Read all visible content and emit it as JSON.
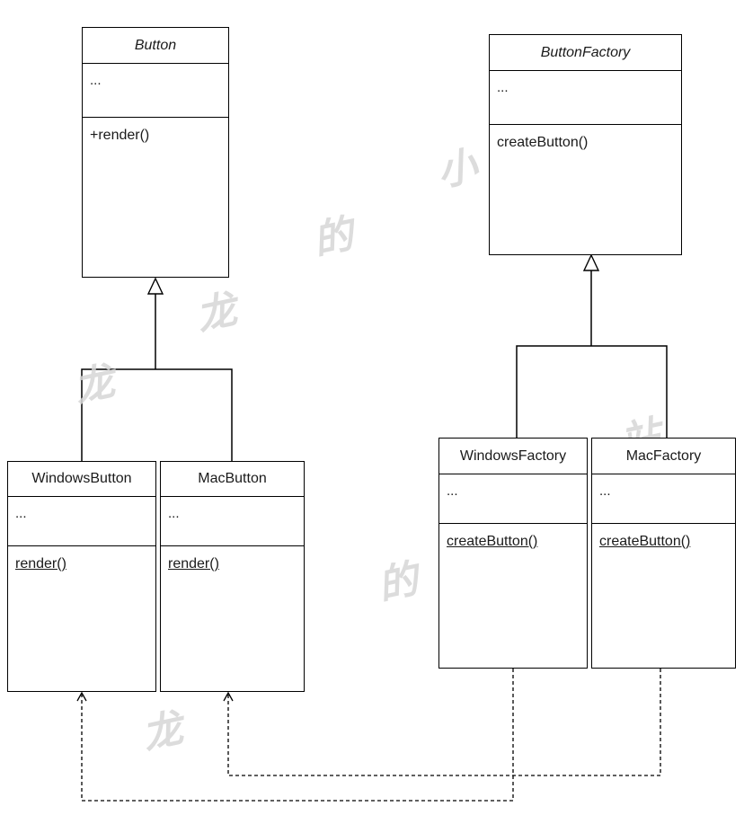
{
  "classes": {
    "button": {
      "name": "Button",
      "attributes": "...",
      "operation": "+render()"
    },
    "windows_button": {
      "name": "WindowsButton",
      "attributes": "...",
      "operation": "render()"
    },
    "mac_button": {
      "name": "MacButton",
      "attributes": "...",
      "operation": "render()"
    },
    "button_factory": {
      "name": "ButtonFactory",
      "attributes": "...",
      "operation": "createButton()"
    },
    "windows_factory": {
      "name": "WindowsFactory",
      "attributes": "...",
      "operation": "createButton()"
    },
    "mac_factory": {
      "name": "MacFactory",
      "attributes": "...",
      "operation": "createButton()"
    }
  },
  "watermark": [
    "龙",
    "的",
    "小",
    "站"
  ],
  "colors": {
    "line": "#000000",
    "watermark": "#d6d6d6"
  }
}
